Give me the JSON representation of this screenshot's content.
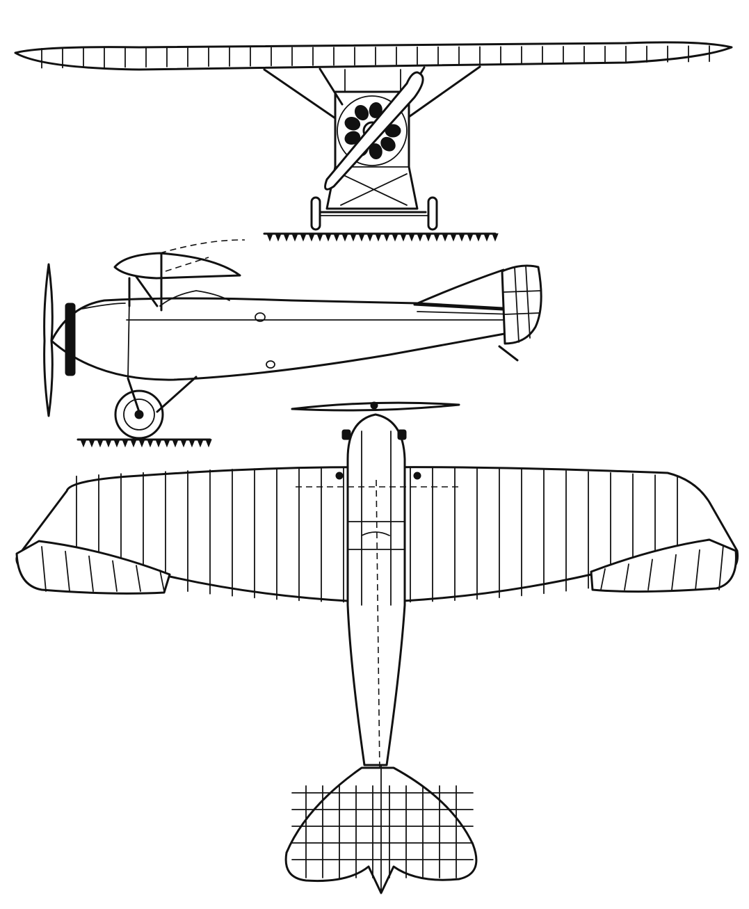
{
  "figure": {
    "type": "three-view line drawing",
    "subject": "monoplane",
    "views": [
      "front",
      "side",
      "plan"
    ],
    "line_color": "#111111",
    "background": "#ffffff",
    "text": ""
  }
}
